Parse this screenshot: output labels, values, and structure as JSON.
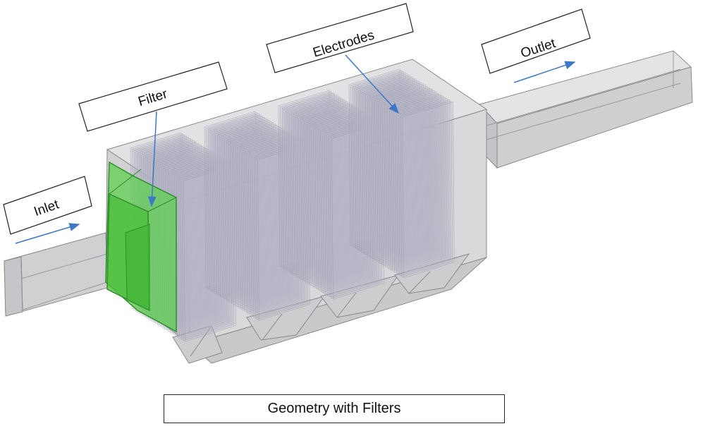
{
  "labels": {
    "inlet": "Inlet",
    "filter": "Filter",
    "electrodes": "Electrodes",
    "outlet": "Outlet"
  },
  "caption": "Geometry with Filters",
  "colors": {
    "housing_fill": "#d4d4d6",
    "housing_edge": "#8a8a8c",
    "electrode_plate": "#b9b9c6",
    "filter_fill": "#5fcf50",
    "filter_edge": "#2f8f2a",
    "arrow": "#3b78c6"
  }
}
